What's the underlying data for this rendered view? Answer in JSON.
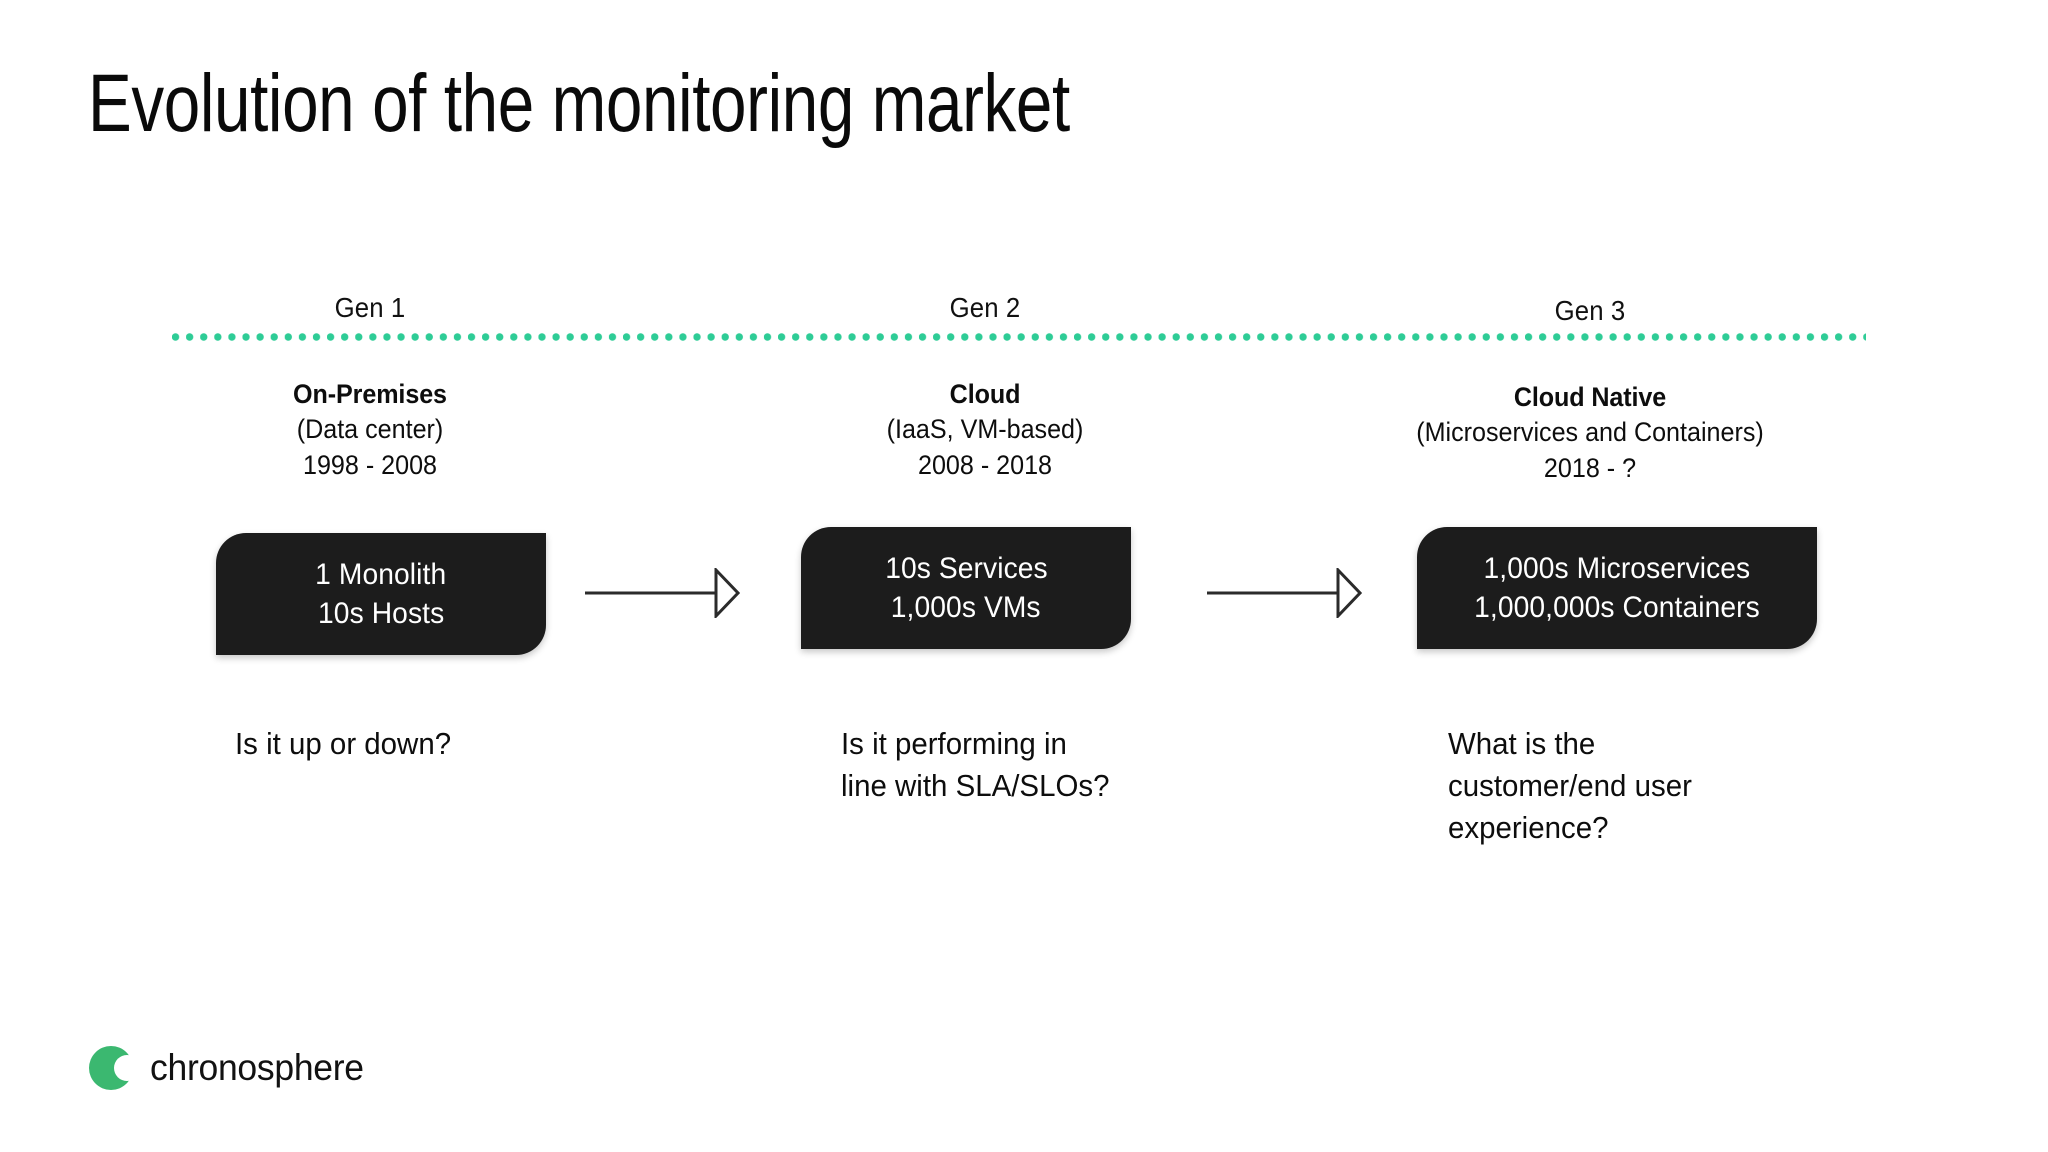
{
  "slide": {
    "title": "Evolution of the monitoring market",
    "background_color": "#FFFFFF",
    "accent_color": "#2ECC96",
    "box_color": "#1C1C1C"
  },
  "timeline": {
    "rule_style": "dotted",
    "rule_color": "#2ECC96"
  },
  "generations": [
    {
      "gen_label": "Gen 1",
      "name": "On-Premises",
      "subtitle": "(Data center)",
      "years": "1998 - 2008",
      "scale": {
        "line1": "1 Monolith",
        "line2": "10s Hosts"
      },
      "question": "Is it up or down?"
    },
    {
      "gen_label": "Gen 2",
      "name": "Cloud",
      "subtitle": "(IaaS, VM-based)",
      "years": "2008 - 2018",
      "scale": {
        "line1": "10s Services",
        "line2": "1,000s VMs"
      },
      "question": "Is it performing in\nline with SLA/SLOs?"
    },
    {
      "gen_label": "Gen 3",
      "name": "Cloud Native",
      "subtitle": "(Microservices and Containers)",
      "years": "2018 - ?",
      "scale": {
        "line1": "1,000s Microservices",
        "line2": "1,000,000s Containers"
      },
      "question": "What is the\ncustomer/end user\nexperience?"
    }
  ],
  "arrows": [
    {
      "direction": "right"
    },
    {
      "direction": "right"
    }
  ],
  "logo": {
    "text": "chronosphere",
    "mark_color": "#3BB870"
  }
}
